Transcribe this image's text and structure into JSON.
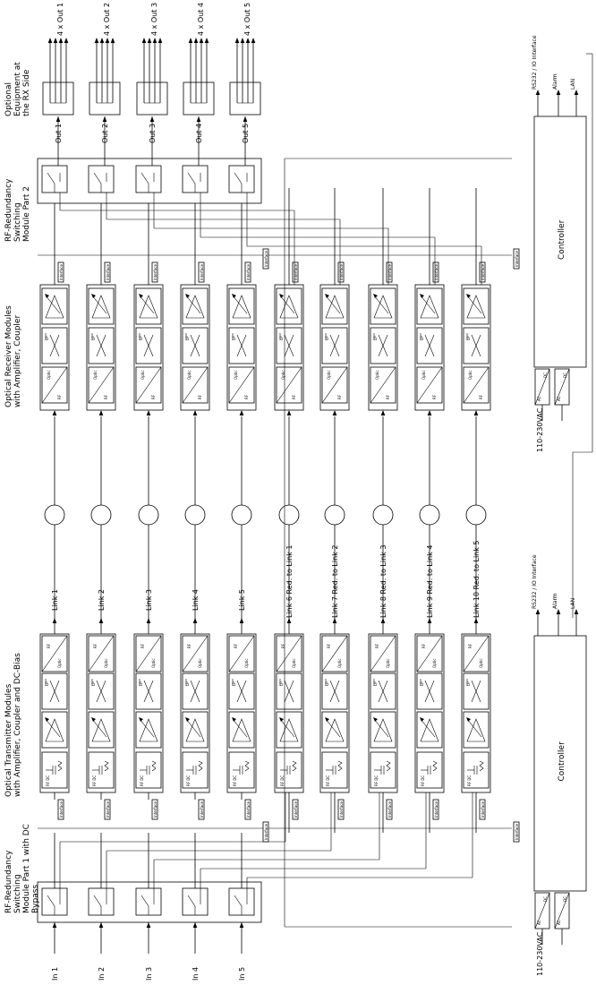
{
  "inputs": [
    "In 1",
    "In 2",
    "In 3",
    "In 4",
    "In 5"
  ],
  "outputs": [
    "Out 1",
    "Out 2",
    "Out 3",
    "Out 4",
    "Out 5"
  ],
  "fanout_labels": [
    "4 x Out 1",
    "4 x Out 2",
    "4 x Out 3",
    "4 x Out 4",
    "4 x Out 5"
  ],
  "links": [
    "Link 1",
    "Link 2",
    "Link 3",
    "Link 4",
    "Link 5",
    "Link 6 Red. to Link 1",
    "Link 7 Red. to Link 2",
    "Link 8 Red. to Link 3",
    "Link 9 Red. to Link 4",
    "Link 10 Red. to Link 5"
  ],
  "headings": {
    "rf_switch_1": [
      "RF-Redundancy",
      "Switching",
      "Module Part 1 with DC",
      "Bypass"
    ],
    "transmitters": [
      "Optical Transmitter Modules",
      "with Amplifier, Coupler and DC-Bias"
    ],
    "receivers": [
      "Optical Receiver Modules",
      "with Amplifier, Coupler"
    ],
    "rf_switch_2": [
      "RF-Redundancy",
      "Switching",
      "Module Part 2"
    ],
    "optional": [
      "Optional",
      "Equipment at",
      "the RX Side"
    ]
  },
  "module_labels": {
    "rf": "RF",
    "optic": "Optic",
    "lp": "LP",
    "rf_dc": "RF DC",
    "ac": "AC",
    "dc": "DC",
    "interface": "Interface"
  },
  "controller": {
    "label": "Controller",
    "power": "110-230VAC",
    "interfaces": [
      "RS232 / IO Interface",
      "Alarm",
      "LAN"
    ]
  }
}
